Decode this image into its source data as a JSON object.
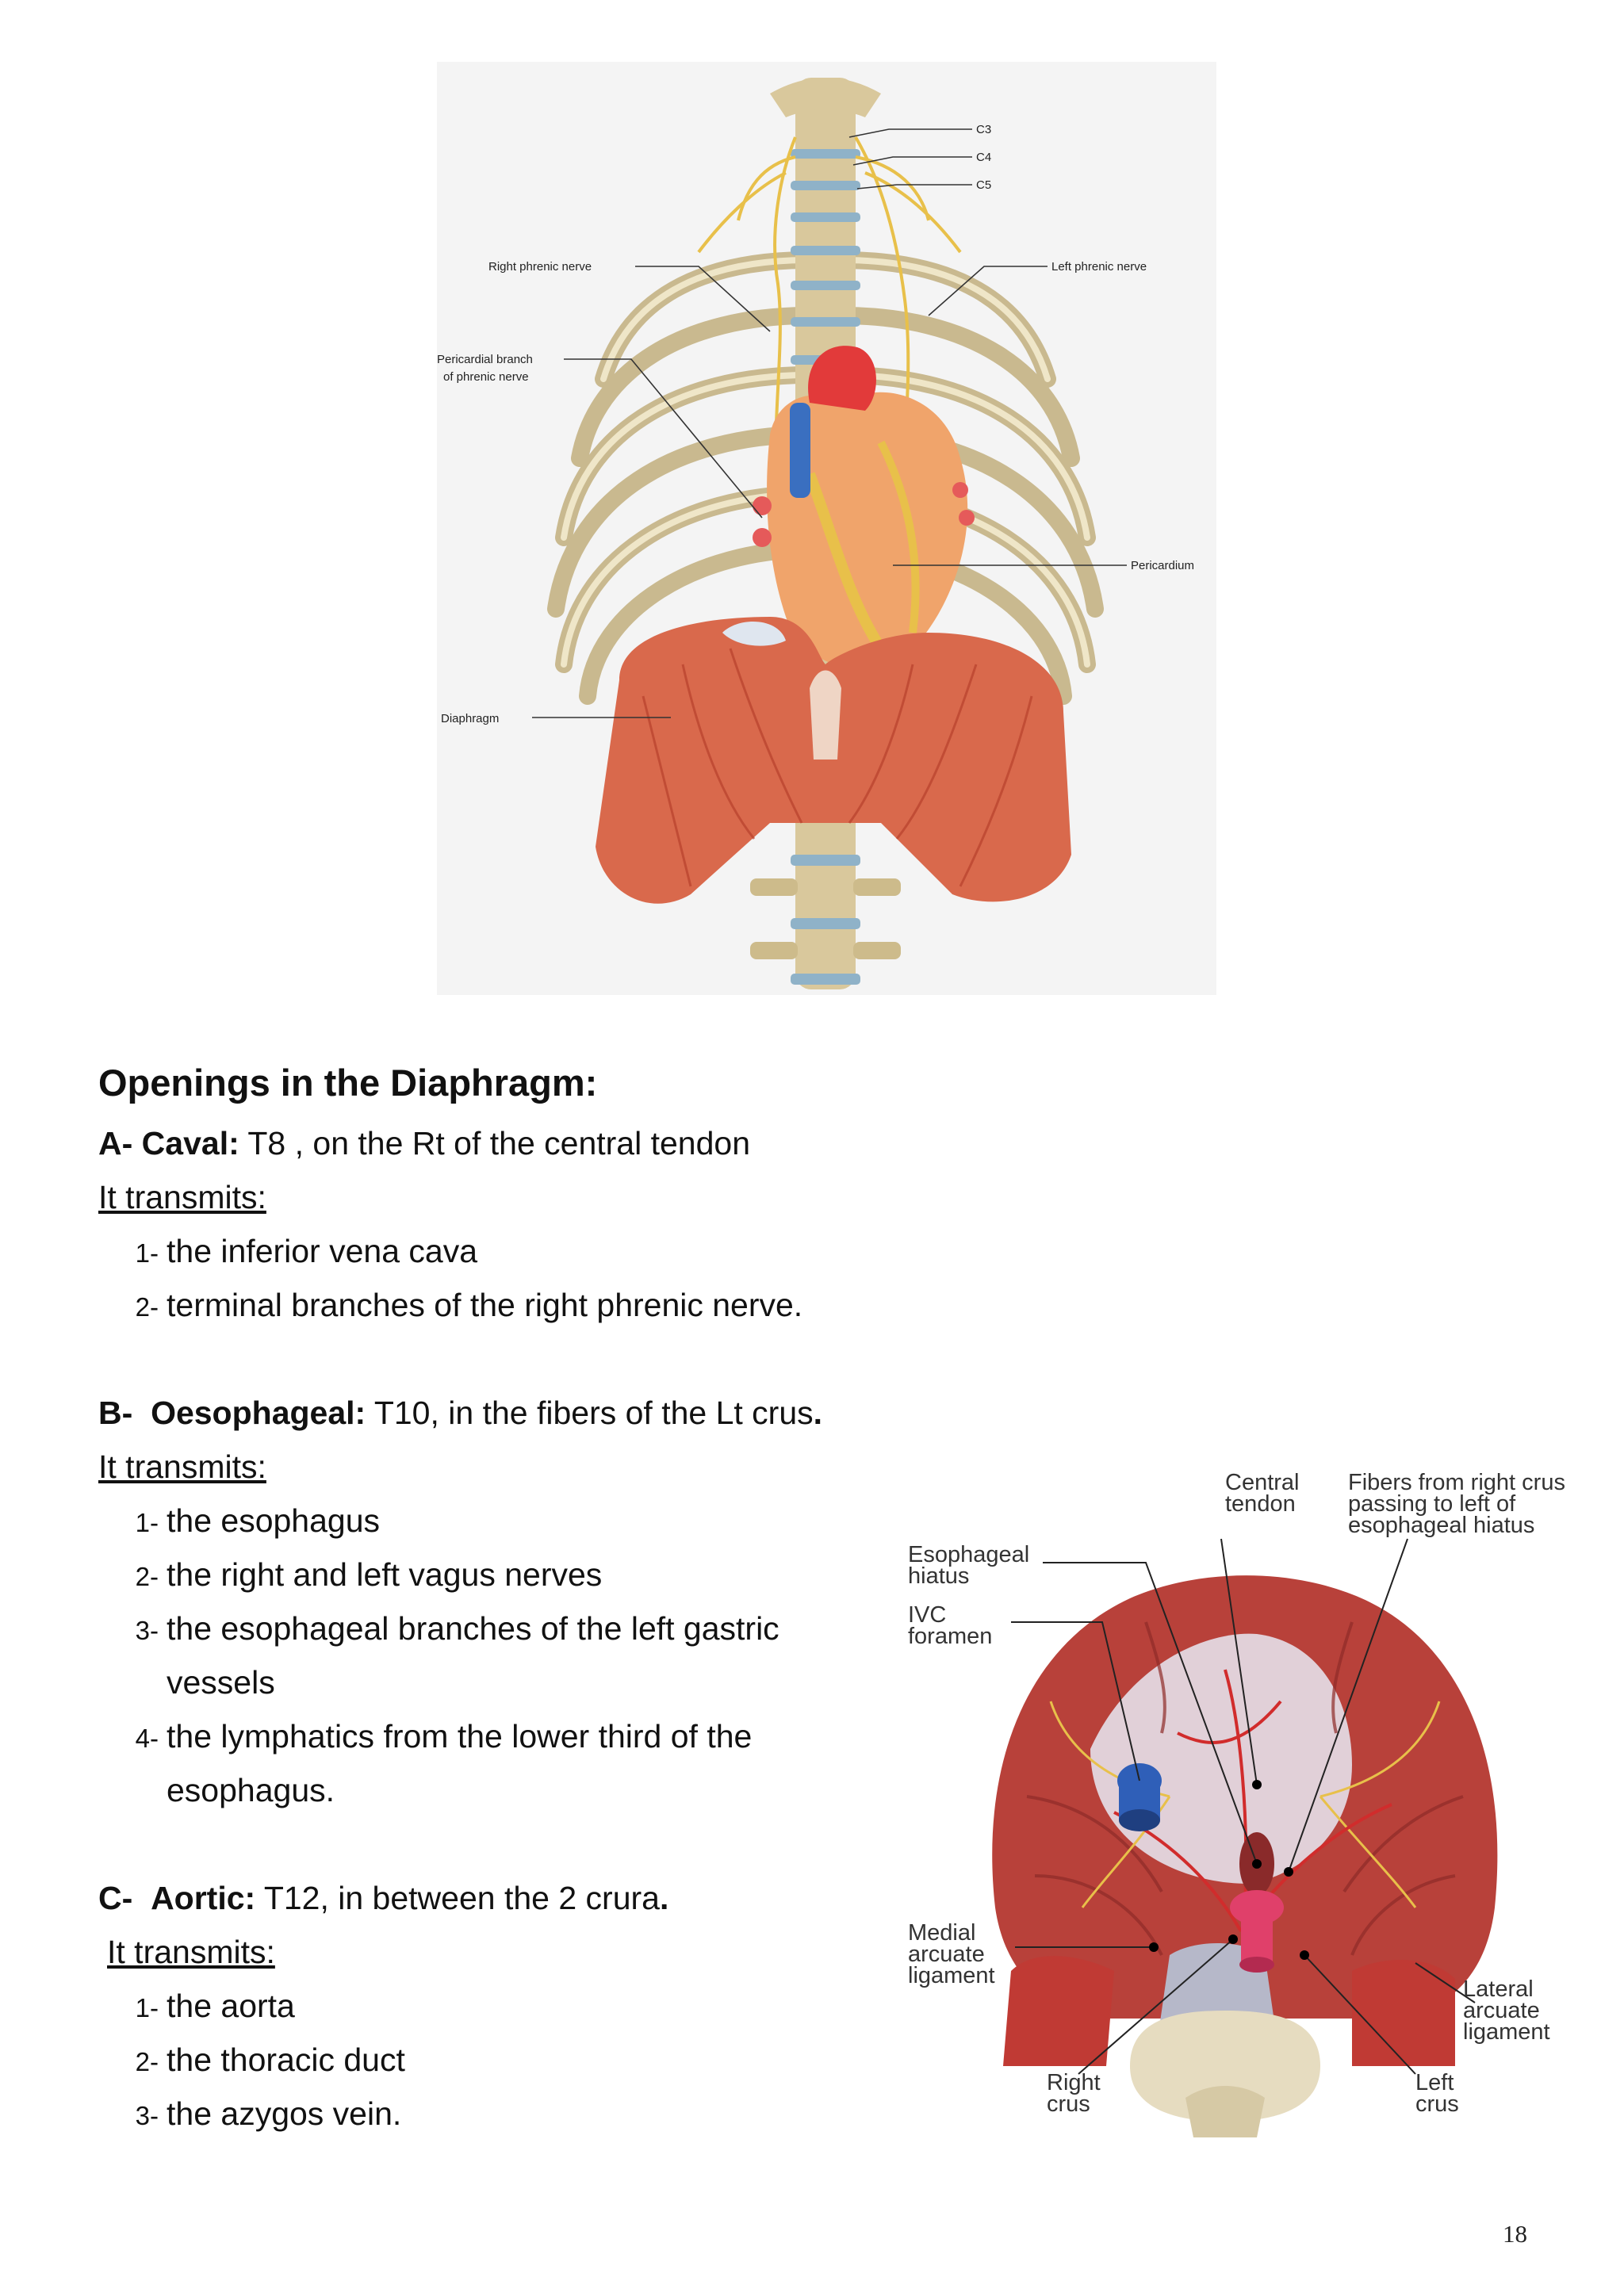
{
  "figure_top": {
    "labels": {
      "c3": "C3",
      "c4": "C4",
      "c5": "C5",
      "right_phrenic": "Right phrenic nerve",
      "left_phrenic": "Left phrenic nerve",
      "pericardial_branch_1": "Pericardial branch",
      "pericardial_branch_2": "of phrenic nerve",
      "pericardium": "Pericardium",
      "diaphragm": "Diaphragm"
    }
  },
  "heading": "Openings in the Diaphragm:",
  "sections": [
    {
      "letter": "A-",
      "name": "Caval:",
      "desc": " T8 , on the Rt of the central tendon",
      "transmits": "It transmits:",
      "items": [
        {
          "n": "1-",
          "text": "the inferior vena cava"
        },
        {
          "n": "2-",
          "text": "terminal branches of the right phrenic nerve."
        }
      ]
    },
    {
      "letter": "B-",
      "name": "Oesophageal:",
      "desc": " T10, in the fibers of the Lt crus",
      "dot": ".",
      "transmits": "It transmits:",
      "items": [
        {
          "n": "1-",
          "text": "the esophagus"
        },
        {
          "n": "2-",
          "text": "the right and left vagus nerves"
        },
        {
          "n": "3-",
          "text": "the esophageal branches of the left gastric",
          "cont": "vessels"
        },
        {
          "n": "4-",
          "text": "the lymphatics from the lower third of the",
          "cont": "esophagus."
        }
      ]
    },
    {
      "letter": "C-",
      "name": "Aortic:",
      "desc": " T12, in between the 2 crura",
      "dot": ".",
      "transmits": "It transmits:",
      "items": [
        {
          "n": "1-",
          "text": "the aorta"
        },
        {
          "n": "2-",
          "text": "the thoracic duct"
        },
        {
          "n": "3-",
          "text": "the azygos vein."
        }
      ]
    }
  ],
  "figure_bottom": {
    "labels": {
      "central_1": "Central",
      "central_2": "tendon",
      "fibers_1": "Fibers from right crus",
      "fibers_2": "passing to left of",
      "fibers_3": "esophageal hiatus",
      "esoph_1": "Esophageal",
      "esoph_2": "hiatus",
      "ivc_1": "IVC",
      "ivc_2": "foramen",
      "medial_1": "Medial",
      "medial_2": "arcuate",
      "medial_3": "ligament",
      "lateral_1": "Lateral",
      "lateral_2": "arcuate",
      "lateral_3": "ligament",
      "rcrus_1": "Right",
      "rcrus_2": "crus",
      "lcrus_1": "Left",
      "lcrus_2": "crus"
    }
  },
  "page_number": "18",
  "colors": {
    "muscle": "#d9694c",
    "muscle_dark": "#b8412c",
    "bone": "#dccfa8",
    "disc": "#8fb2c8",
    "heart": "#f0a46b",
    "vessel_red": "#e23a3a",
    "vessel_blue": "#3a6fc0",
    "nerve": "#e8c04a"
  }
}
